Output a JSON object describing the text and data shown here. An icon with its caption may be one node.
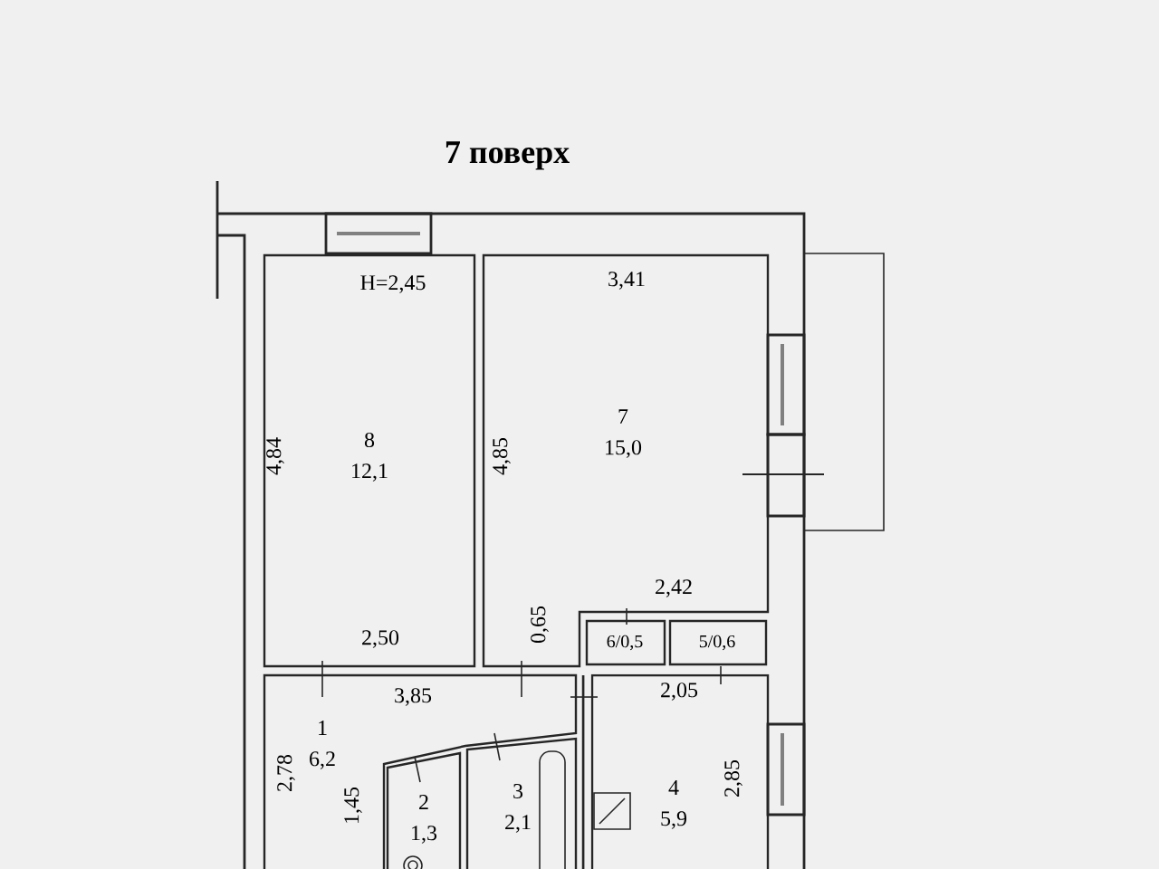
{
  "diagram": {
    "title": "7 поверх",
    "nodes": [
      {
        "text": [
          "8",
          "12,1"
        ]
      },
      {
        "text": [
          "7",
          "15,0"
        ]
      },
      {
        "text": [
          "6/0,5"
        ]
      },
      {
        "text": [
          "5/0,6"
        ]
      },
      {
        "text": [
          "1",
          "6,2"
        ]
      },
      {
        "text": [
          "2",
          "1,3"
        ]
      },
      {
        "text": [
          "3",
          "2,1"
        ]
      },
      {
        "text": [
          "4",
          "5,9"
        ]
      }
    ],
    "labels": [
      "H=2,45",
      "3,41",
      "4,84",
      "4,85",
      "0,65",
      "2,42",
      "2,50",
      "3,85",
      "2,05",
      "2,78",
      "1,45",
      "2,85"
    ]
  }
}
